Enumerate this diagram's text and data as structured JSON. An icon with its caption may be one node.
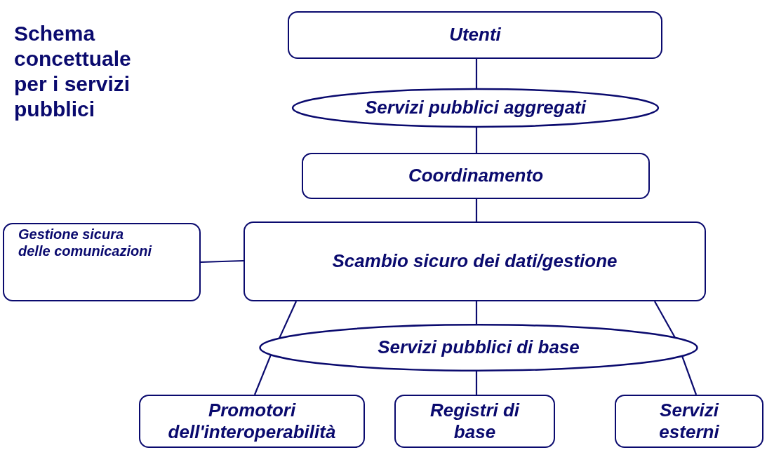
{
  "diagram": {
    "title": "Schema concettuale per i servizi pubblici",
    "nodes": [
      {
        "text": [
          "Utenti"
        ]
      },
      {
        "text": [
          "Servizi pubblici aggregati"
        ]
      },
      {
        "text": [
          "Coordinamento"
        ]
      },
      {
        "text": [
          "Gestione sicura delle comunicazioni"
        ]
      },
      {
        "text": [
          "Scambio sicuro dei dati/gestione"
        ]
      },
      {
        "text": [
          "Servizi pubblici di base"
        ]
      },
      {
        "text": [
          "Promotori dell'interoperabilità"
        ]
      },
      {
        "text": [
          "Registri di base"
        ]
      },
      {
        "text": [
          "Servizi esterni"
        ]
      }
    ],
    "edges": [
      {
        "from": 0,
        "to": 1,
        "arrow": "none"
      },
      {
        "from": 1,
        "to": 2,
        "arrow": "none"
      },
      {
        "from": 2,
        "to": 4,
        "arrow": "none"
      },
      {
        "from": 3,
        "to": 4,
        "arrow": "none"
      },
      {
        "from": 4,
        "to": 5,
        "arrow": "none"
      },
      {
        "from": 4,
        "to": 5,
        "arrow": "none"
      },
      {
        "from": 4,
        "to": 5,
        "arrow": "none"
      },
      {
        "from": 5,
        "to": 6,
        "arrow": "none"
      },
      {
        "from": 5,
        "to": 7,
        "arrow": "none"
      },
      {
        "from": 5,
        "to": 8,
        "arrow": "none"
      }
    ]
  }
}
